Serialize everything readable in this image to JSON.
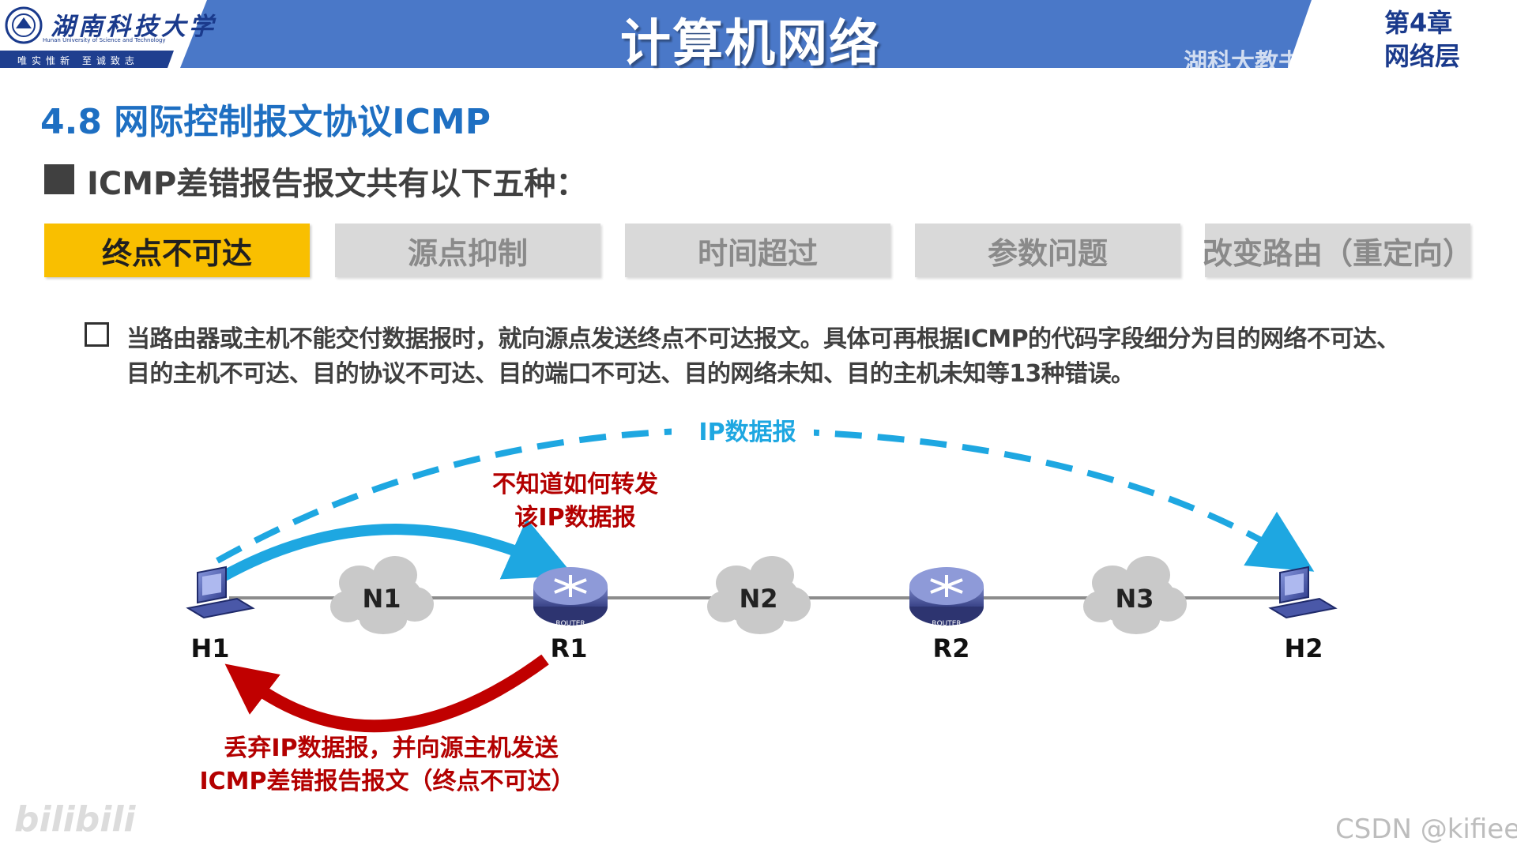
{
  "header": {
    "university_name": "湖南科技大学",
    "university_name_en": "Hunan University of Science and Technology",
    "motto": "唯实惟新 至诚致志",
    "course_title": "计算机网络",
    "source_overlay": "湖科大教书匠",
    "chapter_number": "第4章",
    "chapter_name": "网络层"
  },
  "section_title": "4.8 网际控制报文协议ICMP",
  "bullet": {
    "text": "ICMP差错报告报文共有以下五种："
  },
  "tabs": [
    {
      "label": "终点不可达",
      "active": true
    },
    {
      "label": "源点抑制",
      "active": false
    },
    {
      "label": "时间超过",
      "active": false
    },
    {
      "label": "参数问题",
      "active": false
    },
    {
      "label": "改变路由（重定向）",
      "active": false
    }
  ],
  "description": {
    "line1": "当路由器或主机不能交付数据报时，就向源点发送终点不可达报文。具体可再根据ICMP的代码字段细分为目的网络不可达、",
    "line2": "目的主机不可达、目的协议不可达、目的端口不可达、目的网络未知、目的主机未知等13种错误。"
  },
  "diagram": {
    "ip_datagram_label": "IP数据报",
    "router_annotation_line1": "不知道如何转发",
    "router_annotation_line2": "该IP数据报",
    "discard_line1": "丢弃IP数据报，并向源主机发送",
    "discard_line2": "ICMP差错报告报文（终点不可达）",
    "router_badge": "ROUTER",
    "nodes": {
      "h1": "H1",
      "r1": "R1",
      "r2": "R2",
      "h2": "H2",
      "n1": "N1",
      "n2": "N2",
      "n3": "N3"
    },
    "colors": {
      "dashed_arrow": "#1ea7e1",
      "blue_arrow": "#1ea7e1",
      "red_arrow": "#c00000",
      "router": "#5a66a8"
    }
  },
  "watermarks": {
    "bilibili": "bilibili",
    "csdn": "CSDN @kifiee"
  }
}
